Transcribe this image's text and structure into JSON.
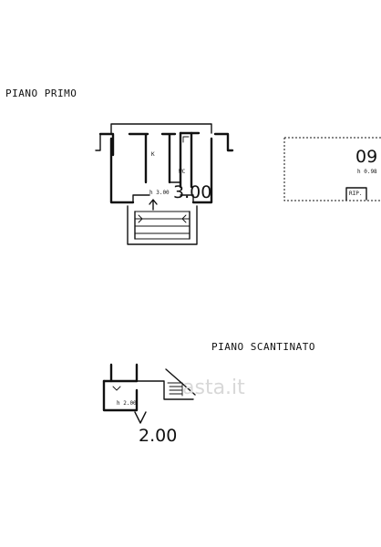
{
  "floors": {
    "first": {
      "title": "PIANO PRIMO",
      "room_k": "K",
      "room_wc": "WC",
      "height_main": "h 3.00",
      "dimension": "3.00"
    },
    "side_block": {
      "label_top": "09",
      "height": "h 0.98",
      "rip": "RIP."
    },
    "basement": {
      "title": "PIANO SCANTINATO",
      "height": "h 2.00",
      "dimension": "2.00"
    }
  },
  "watermark": "asta.it"
}
